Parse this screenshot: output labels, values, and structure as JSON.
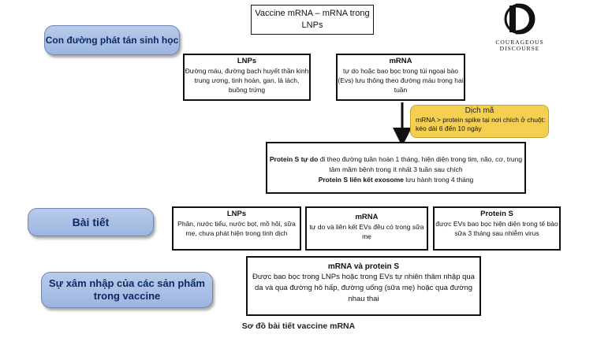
{
  "top_box": {
    "text": "Vaccine mRNA – mRNA trong LNPs"
  },
  "pills": {
    "route": "Con đường phát tán sinh học",
    "excretion": "Bài tiết",
    "intrusion": "Sự xâm nhập của các sản phẩm trong vaccine"
  },
  "lnp_box": {
    "title": "LNPs",
    "text": "Đường máu, đường bạch huyết thần kinh trung ương, tinh hoàn, gan, lá lách, buồng trứng"
  },
  "mrna_box": {
    "title": "mRNA",
    "text": "tự do hoặc bao bọc trong túi ngoại bào (Evs) lưu thông theo đường máu trong hai tuần"
  },
  "translation_box": {
    "title": "Dịch mã",
    "text": "mRNA > protein spike tại nơi chích ở chuột: kéo dài 6 đến 10 ngày"
  },
  "protein_box": {
    "bold1": "Protein S tự do",
    "text1": " đi theo đường tuần hoàn 1 tháng, hiện diện trong tim, não, cơ, trung tâm mầm bệnh trong ít nhất 3 tuần sau chích",
    "bold2": "Protein S liên kết exosome",
    "text2": " lưu hành trong 4 tháng"
  },
  "excretion_lnp": {
    "title": "LNPs",
    "text": "Phân, nước tiểu, nước bọt, mồ hôi, sữa mẹ, chưa phát hiện trong tinh dịch"
  },
  "excretion_mrna": {
    "title": "mRNA",
    "text": "tự do và liên kết EVs đều có trong sữa mẹ"
  },
  "excretion_protein": {
    "title": "Protein S",
    "text": "được EVs bao bọc hiện diện trong tế bào sữa 3 tháng sau nhiễm virus"
  },
  "intrusion_box": {
    "title": "mRNA và protein S",
    "text": "Được bao bọc trong LNPs hoặc trong EVs tự nhiên thâm nhập qua da và qua đường hô hấp, đường uống (sữa mẹ) hoặc qua đường nhau thai"
  },
  "caption": "Sơ đồ bài tiết vaccine mRNA",
  "logo": {
    "line1": "COURAGEOUS",
    "line2": "DISCOURSE"
  },
  "colors": {
    "pill_fill": "#a9c0e5",
    "pill_text": "#0b2a63",
    "translation_fill": "#f5cf4f",
    "border": "#111111"
  }
}
